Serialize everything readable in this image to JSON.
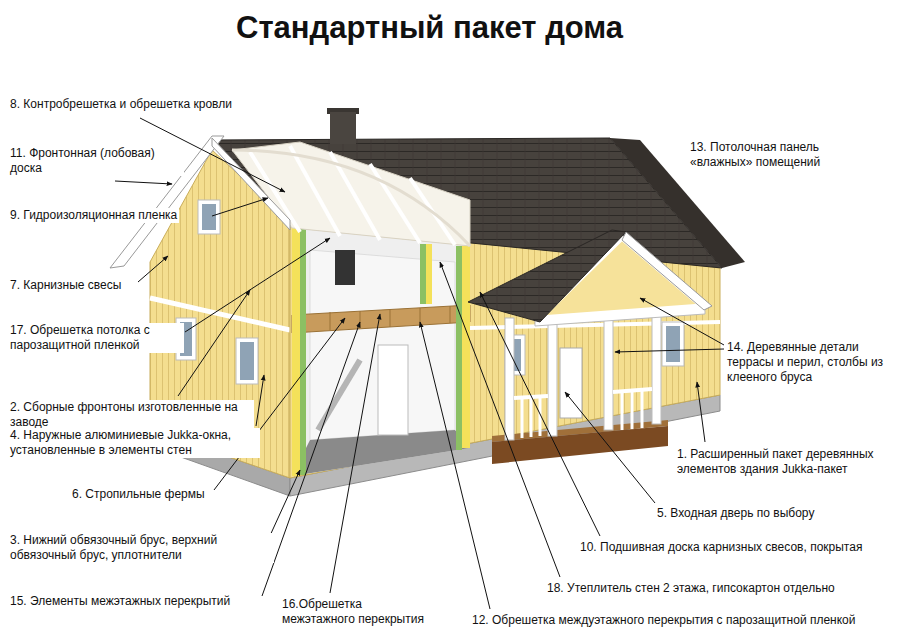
{
  "diagram": {
    "title": "Стандартный пакет дома",
    "labels": [
      "8. Контробрешетка и обрешетка кровли",
      "11. Фронтонная (лобовая) доска",
      "13. Потолочная панель «влажных» помещений",
      "9. Гидроизоляционная пленка",
      "7. Карнизные свесы",
      "17. Обрешетка потолка с парозащитной пленкой",
      "14. Деревянные детали террасы и перил, столбы из клееного бруса",
      "2. Сборные фронтоны изготовленные на заводе",
      "4. Наружные алюминиевые Jukka-окна, установленные в элементы стен",
      "1. Расширенный пакет деревянных элементов здания Jukka-пакет",
      "6. Стропильные фермы",
      "5. Входная дверь по выбору",
      "3. Нижний обвязочный брус, верхний обвязочный брус, уплотнители",
      "10. Подшивная доска карнизных свесов, покрытая",
      "15. Элементы межэтажных перекрытий",
      "16.Обрешетка межэтажного перекрытия",
      "18. Утеплитель стен 2 этажа, гипсокартон отдельно",
      "12. Обрешетка междуэтажного перекрытия с парозащитной пленкой"
    ]
  }
}
